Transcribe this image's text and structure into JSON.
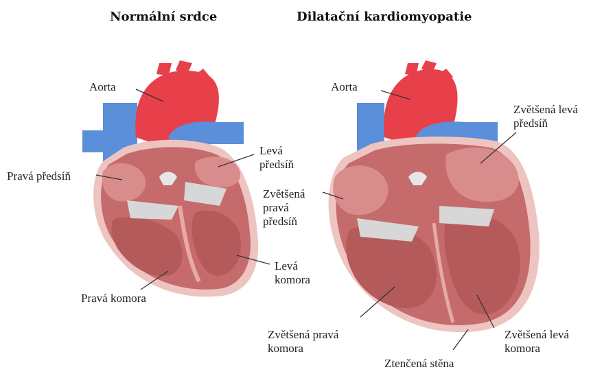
{
  "titles": {
    "normal": "Normální srdce",
    "dilated": "Dilatační kardiomyopatie"
  },
  "normal_heart": {
    "aorta": "Aorta",
    "left_atrium": [
      "Levá",
      "předsíň"
    ],
    "right_atrium": "Pravá předsíň",
    "left_ventricle": [
      "Levá",
      "komora"
    ],
    "right_ventricle": "Pravá komora"
  },
  "dilated_heart": {
    "aorta": "Aorta",
    "enlarged_left_atrium": [
      "Zvětšená levá",
      "předsíň"
    ],
    "enlarged_right_atrium": [
      "Zvětšená",
      "pravá",
      "předsíň"
    ],
    "enlarged_right_ventricle": [
      "Zvětšená pravá",
      "komora"
    ],
    "enlarged_left_ventricle": [
      "Zvětšená levá",
      "komora"
    ],
    "thinned_wall": "Ztenčená stěna"
  },
  "colors": {
    "aorta_red": "#e8404a",
    "vein_blue": "#5b8fd9",
    "muscle": "#c56b6b",
    "inner_chamber": "#d98c8c",
    "pericardium": "#eec4c0",
    "valve_gray": "#d7d7d7"
  }
}
